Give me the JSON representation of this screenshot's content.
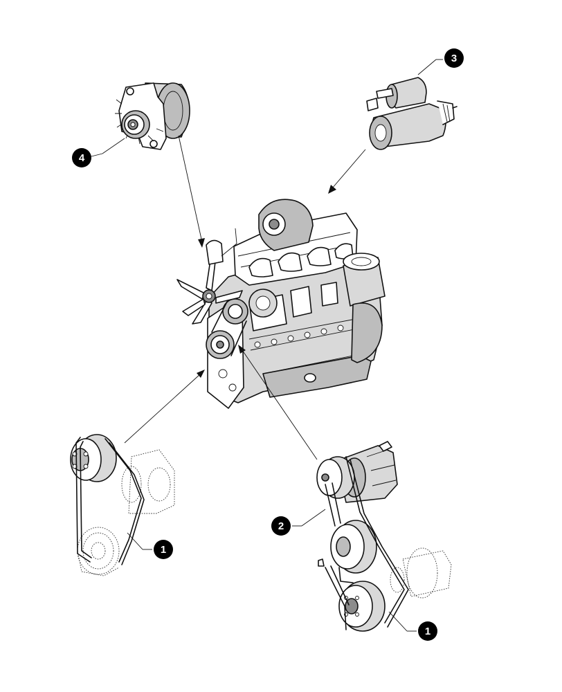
{
  "callouts": [
    {
      "id": "callout-1-left",
      "label": "1"
    },
    {
      "id": "callout-1-right",
      "label": "1"
    },
    {
      "id": "callout-2",
      "label": "2"
    },
    {
      "id": "callout-3",
      "label": "3"
    },
    {
      "id": "callout-4",
      "label": "4"
    }
  ],
  "colors": {
    "ink": "#111111",
    "callout_fill": "#000000",
    "callout_text": "#ffffff",
    "metal_light": "#d9d9d9",
    "metal_mid": "#bdbdbd"
  },
  "components": [
    "alternator",
    "starter-motor",
    "engine",
    "fan-belt-drive",
    "ac-compressor-belt-drive"
  ]
}
